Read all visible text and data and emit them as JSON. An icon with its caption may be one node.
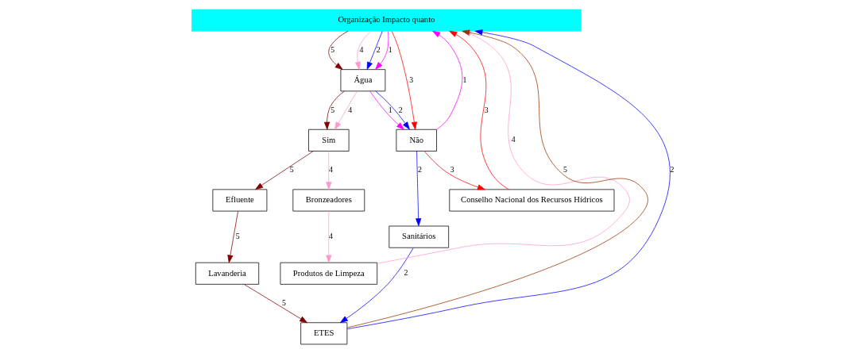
{
  "diagram": {
    "nodes": [
      {
        "text": [
          "Organização Impacto quanto"
        ]
      },
      {
        "text": [
          "Água"
        ]
      },
      {
        "text": [
          "Sim"
        ]
      },
      {
        "text": [
          "Efluente"
        ]
      },
      {
        "text": [
          "Não"
        ]
      },
      {
        "text": [
          "Sanitários"
        ]
      },
      {
        "text": [
          "Conselho Nacional dos Recursos Hídricos"
        ]
      },
      {
        "text": [
          "Bronzeadores"
        ]
      },
      {
        "text": [
          "Lavanderia"
        ]
      },
      {
        "text": [
          "Produtos de Limpeza"
        ]
      },
      {
        "text": [
          "ETES"
        ]
      }
    ],
    "edges": [
      {
        "from": 0,
        "to": 1,
        "arrow": "to",
        "label": "5",
        "color": "#800000"
      },
      {
        "from": 0,
        "to": 1,
        "arrow": "to",
        "label": "4",
        "color": "#ff99cc"
      },
      {
        "from": 0,
        "to": 1,
        "arrow": "to",
        "label": "2",
        "color": "#0000ff"
      },
      {
        "from": 0,
        "to": 1,
        "arrow": "to",
        "label": "1",
        "color": "#ff00ff"
      },
      {
        "from": 4,
        "to": 0,
        "arrow": "to",
        "label": "1",
        "color": "#ff00ff"
      },
      {
        "from": 0,
        "to": 4,
        "arrow": "to",
        "label": "3",
        "color": "#ff0000"
      },
      {
        "from": 1,
        "to": 2,
        "arrow": "to",
        "label": "5",
        "color": "#800000"
      },
      {
        "from": 1,
        "to": 2,
        "arrow": "to",
        "label": "4",
        "color": "#ff99cc"
      },
      {
        "from": 1,
        "to": 4,
        "arrow": "to",
        "label": "1",
        "color": "#ff00ff"
      },
      {
        "from": 1,
        "to": 4,
        "arrow": "to",
        "label": "2",
        "color": "#0000ff"
      },
      {
        "from": 2,
        "to": 3,
        "arrow": "to",
        "label": "5",
        "color": "#800000"
      },
      {
        "from": 2,
        "to": 7,
        "arrow": "to",
        "label": "4",
        "color": "#ff99cc"
      },
      {
        "from": 7,
        "to": 9,
        "arrow": "to",
        "label": "4",
        "color": "#ff99cc"
      },
      {
        "from": 9,
        "to": 0,
        "arrow": "to",
        "label": "4",
        "color": "#ff99cc"
      },
      {
        "from": 3,
        "to": 8,
        "arrow": "to",
        "label": "5",
        "color": "#800000"
      },
      {
        "from": 8,
        "to": 10,
        "arrow": "to",
        "label": "5",
        "color": "#800000"
      },
      {
        "from": 10,
        "to": 0,
        "arrow": "to",
        "label": "5",
        "color": "#993300"
      },
      {
        "from": 4,
        "to": 5,
        "arrow": "to",
        "label": "2",
        "color": "#0000ff"
      },
      {
        "from": 5,
        "to": 10,
        "arrow": "to",
        "label": "2",
        "color": "#0000ff"
      },
      {
        "from": 10,
        "to": 0,
        "arrow": "to",
        "label": "2",
        "color": "#0000ff"
      },
      {
        "from": 4,
        "to": 6,
        "arrow": "to",
        "label": "3",
        "color": "#ff0000"
      },
      {
        "from": 6,
        "to": 0,
        "arrow": "to",
        "label": "3",
        "color": "#ff0000"
      }
    ]
  }
}
